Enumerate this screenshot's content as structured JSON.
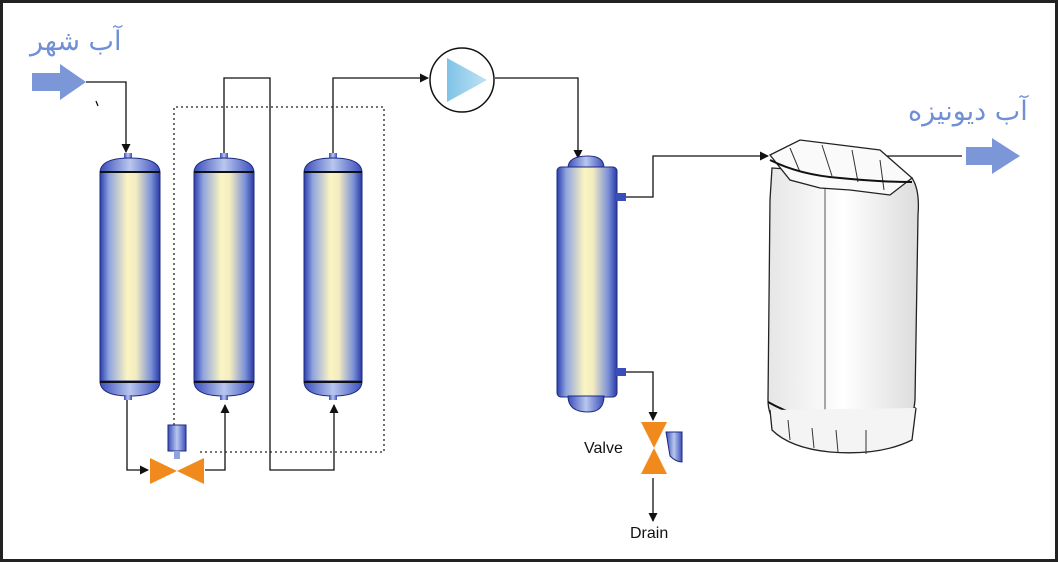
{
  "labels": {
    "inlet": "آب شهر",
    "outlet": "آب دیونیزه",
    "valve": "Valve",
    "drain": "Drain"
  },
  "colors": {
    "arrow": "#7b97d8",
    "valve": "#f08a1c",
    "line": "#111111"
  }
}
